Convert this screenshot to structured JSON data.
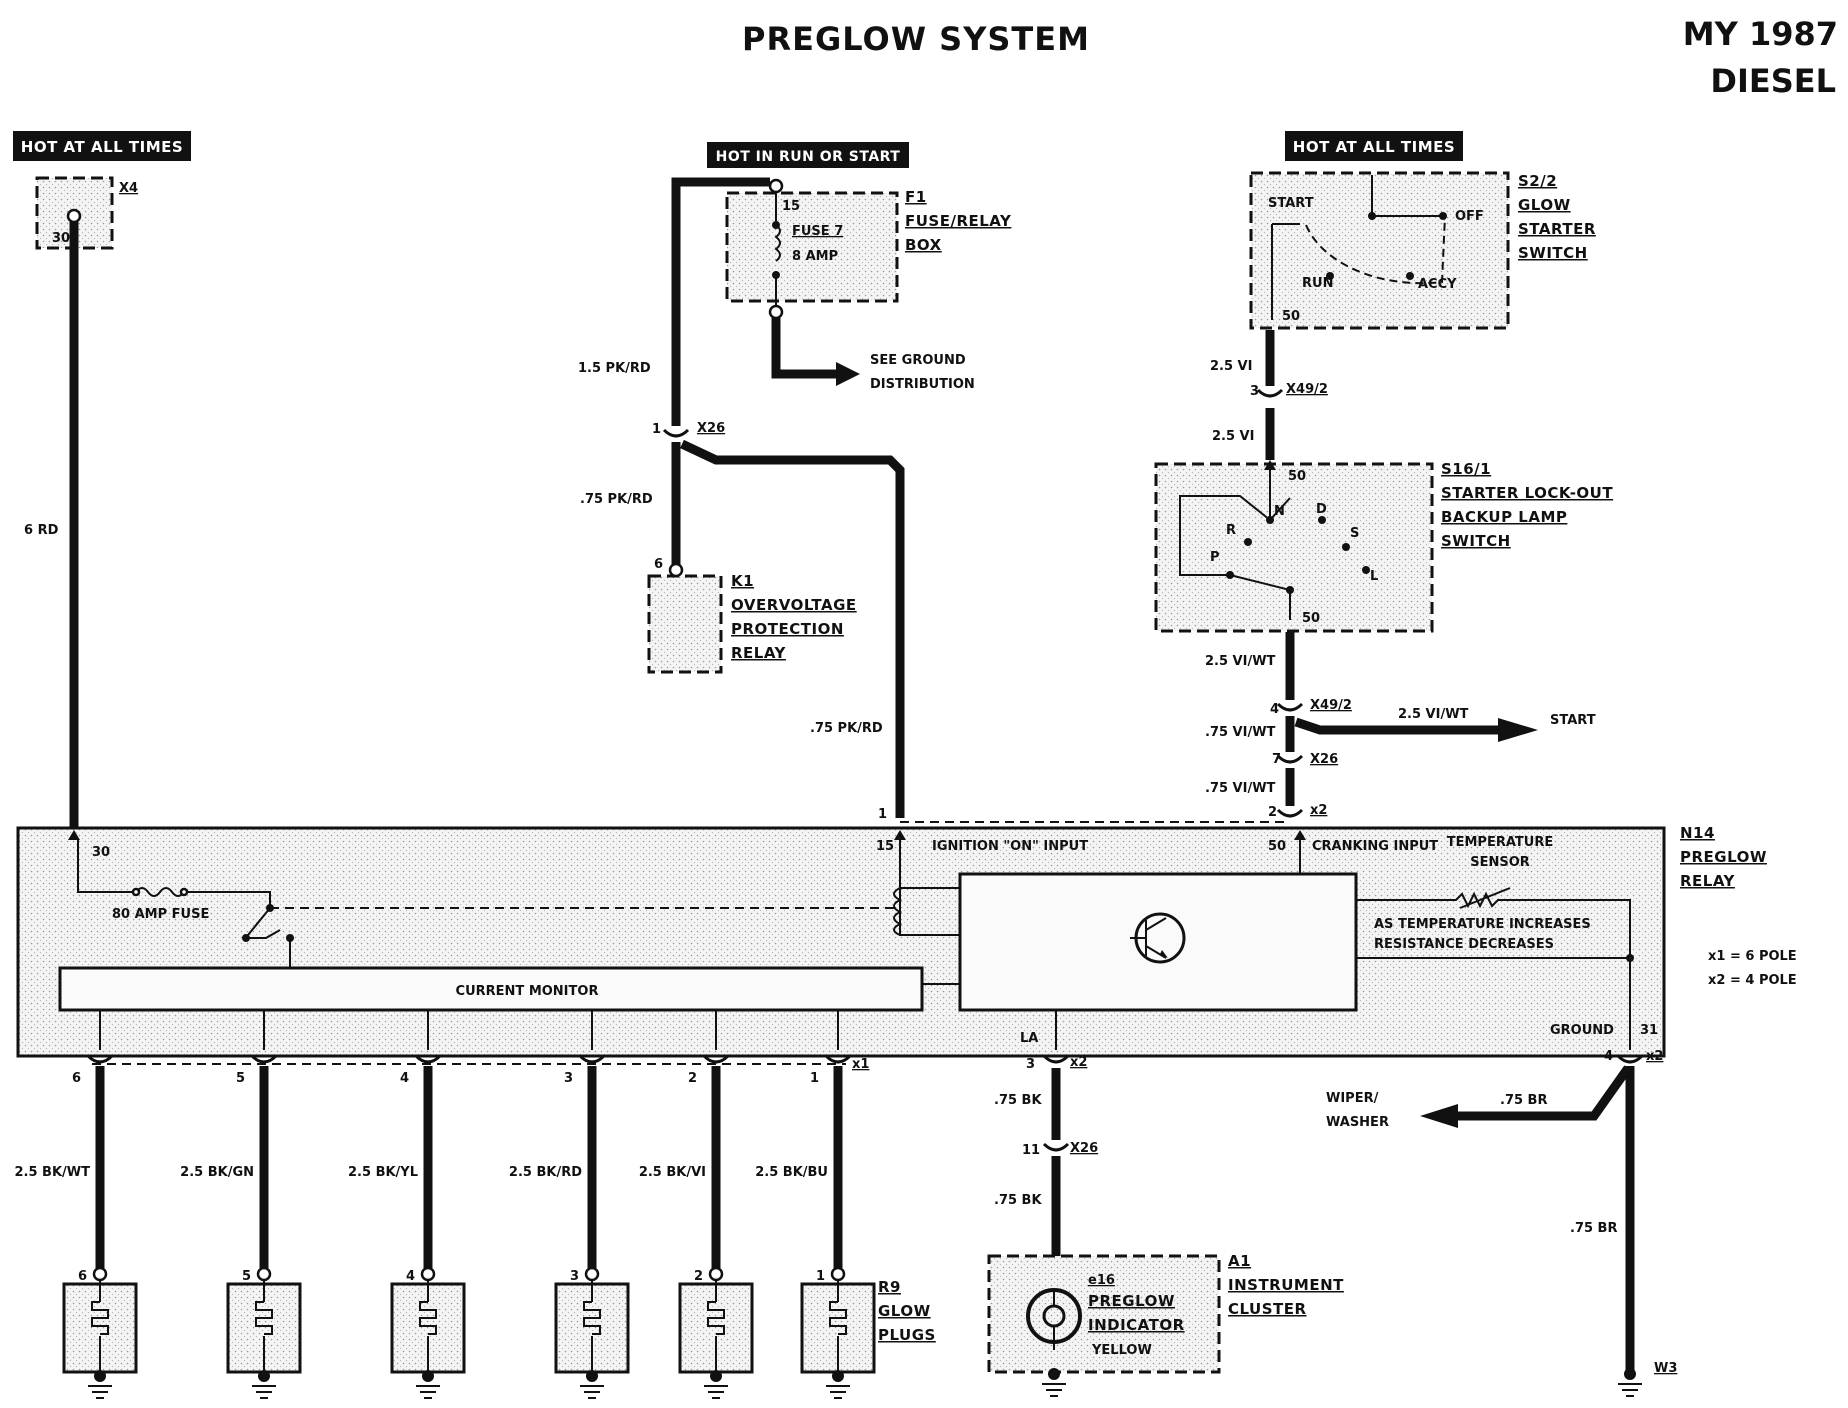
{
  "header": {
    "title": "PREGLOW SYSTEM",
    "model_year": "MY 1987",
    "engine": "DIESEL"
  },
  "banners": {
    "hot_left": "HOT AT ALL TIMES",
    "hot_run": "HOT IN RUN OR START",
    "hot_right": "HOT AT ALL TIMES"
  },
  "x4": {
    "id": "X4",
    "pin": "30"
  },
  "fuse_box": {
    "id": "F1",
    "name_l1": "FUSE/RELAY",
    "name_l2": "BOX",
    "pin": "15",
    "fuse_label": "FUSE 7",
    "fuse_amp": "8 AMP",
    "ground_l1": "SEE GROUND",
    "ground_l2": "DISTRIBUTION"
  },
  "ignition_switch": {
    "id": "S2/2",
    "name_l1": "GLOW",
    "name_l2": "STARTER",
    "name_l3": "SWITCH",
    "pos_start": "START",
    "pos_off": "OFF",
    "pos_run": "RUN",
    "pos_accy": "ACCY",
    "pin": "50"
  },
  "lockout_switch": {
    "id": "S16/1",
    "name_l1": "STARTER LOCK-OUT",
    "name_l2": "BACKUP LAMP",
    "name_l3": "SWITCH",
    "pin_top": "50",
    "pin_bottom": "50",
    "pos_n": "N",
    "pos_d": "D",
    "pos_r": "R",
    "pos_s": "S",
    "pos_p": "P",
    "pos_l": "L"
  },
  "overvoltage_relay": {
    "id": "K1",
    "name_l1": "OVERVOLTAGE",
    "name_l2": "PROTECTION",
    "name_l3": "RELAY",
    "pin": "6"
  },
  "connectors": {
    "x26": "X26",
    "x26_pin1": "1",
    "x26_pin7": "7",
    "x26_pin11": "11",
    "x49_2_a": "X49/2",
    "x49_2_b": "X49/2",
    "x49_pin3": "3",
    "x49_pin4": "4",
    "x2_top": "x2",
    "x2_top_pin": "2",
    "x1": "x1",
    "x2_la": "x2",
    "x2_la_pin": "3",
    "x2_gnd": "x2",
    "x2_gnd_pin": "4"
  },
  "wires": {
    "main_6rd": "6 RD",
    "pk_rd_15": "1.5 PK/RD",
    "pk_rd_75a": ".75 PK/RD",
    "pk_rd_75b": ".75 PK/RD",
    "vi_25a": "2.5 VI",
    "vi_25b": "2.5 VI",
    "vi_wt_25": "2.5 VI/WT",
    "vi_wt_75a": ".75 VI/WT",
    "vi_wt_75b": ".75 VI/WT",
    "start_wire": "2.5 VI/WT",
    "start_label": "START",
    "bk_75a": ".75 BK",
    "bk_75b": ".75 BK",
    "br_75a": ".75 BR",
    "br_75b": ".75 BR",
    "wiper_l1": "WIPER/",
    "wiper_l2": "WASHER"
  },
  "relay": {
    "id": "N14",
    "name_l1": "PREGLOW",
    "name_l2": "RELAY",
    "pin30": "30",
    "pin15": "15",
    "pin50": "50",
    "pin31": "31",
    "pin_la": "LA",
    "pin15_pos": "1",
    "fuse": "80 AMP FUSE",
    "ignition_input": "IGNITION \"ON\" INPUT",
    "cranking_input": "CRANKING INPUT",
    "temp_l1": "TEMPERATURE",
    "temp_l2": "SENSOR",
    "temp_note_l1": "AS TEMPERATURE INCREASES",
    "temp_note_l2": "RESISTANCE DECREASES",
    "current_monitor": "CURRENT MONITOR",
    "ground": "GROUND",
    "pole_note_l1": "x1 = 6 POLE",
    "pole_note_l2": "x2 = 4 POLE"
  },
  "glow_plugs": {
    "id": "R9",
    "name_l1": "GLOW",
    "name_l2": "PLUGS",
    "plugs": [
      {
        "pin": "6",
        "wire": "2.5 BK/WT"
      },
      {
        "pin": "5",
        "wire": "2.5  BK/GN"
      },
      {
        "pin": "4",
        "wire": "2.5 BK/YL"
      },
      {
        "pin": "3",
        "wire": "2.5 BK/RD"
      },
      {
        "pin": "2",
        "wire": "2.5 BK/VI"
      },
      {
        "pin": "1",
        "wire": "2.5 BK/BU"
      }
    ]
  },
  "cluster": {
    "id": "A1",
    "name_l1": "INSTRUMENT",
    "name_l2": "CLUSTER",
    "lamp_id": "e16",
    "lamp_l1": "PREGLOW",
    "lamp_l2": "INDICATOR",
    "lamp_color": "YELLOW"
  },
  "ground_w3": "W3"
}
